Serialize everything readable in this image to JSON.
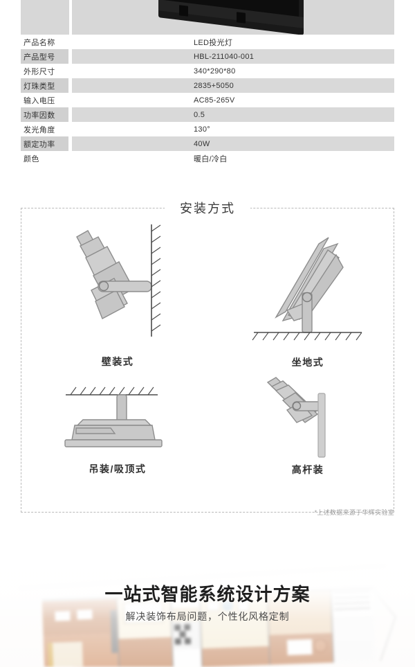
{
  "product_photo": {
    "alt": "led-floodlight-black-product-photo",
    "background_color": "#d7d7d7",
    "body_color": "#191919"
  },
  "spec_table": {
    "rows": [
      {
        "label": "产品名称",
        "value": "LED投光灯",
        "shaded": false
      },
      {
        "label": "产品型号",
        "value": "HBL-211040-001",
        "shaded": true
      },
      {
        "label": "外形尺寸",
        "value": "340*290*80",
        "shaded": false
      },
      {
        "label": "灯珠类型",
        "value": "2835+5050",
        "shaded": true
      },
      {
        "label": "输入电压",
        "value": "AC85-265V",
        "shaded": false
      },
      {
        "label": "功率因数",
        "value": "0.5",
        "shaded": true
      },
      {
        "label": "发光角度",
        "value": "130°",
        "shaded": false
      },
      {
        "label": "额定功率",
        "value": "40W",
        "shaded": true
      },
      {
        "label": "颜色",
        "value": "暖白/冷白",
        "shaded": false
      }
    ],
    "label_shaded_color": "#d0d0d0",
    "value_shaded_color": "#d9d9d9"
  },
  "install_section": {
    "title": "安装方式",
    "border_color": "#b9b9b9",
    "diagrams": [
      {
        "id": "wall-mount",
        "label": "壁装式"
      },
      {
        "id": "ground-mount",
        "label": "坐地式"
      },
      {
        "id": "ceiling-mount",
        "label": "吊装/吸顶式"
      },
      {
        "id": "pole-mount",
        "label": "高杆装"
      }
    ],
    "footnote": "*上述数据来源于华辉实验室"
  },
  "banner": {
    "title": "一站式智能系统设计方案",
    "subtitle": "解决装饰布局问题，个性化风格定制",
    "image_alt": "blurred-architectural-floor-plan",
    "accent_color": "#c99a7c"
  }
}
